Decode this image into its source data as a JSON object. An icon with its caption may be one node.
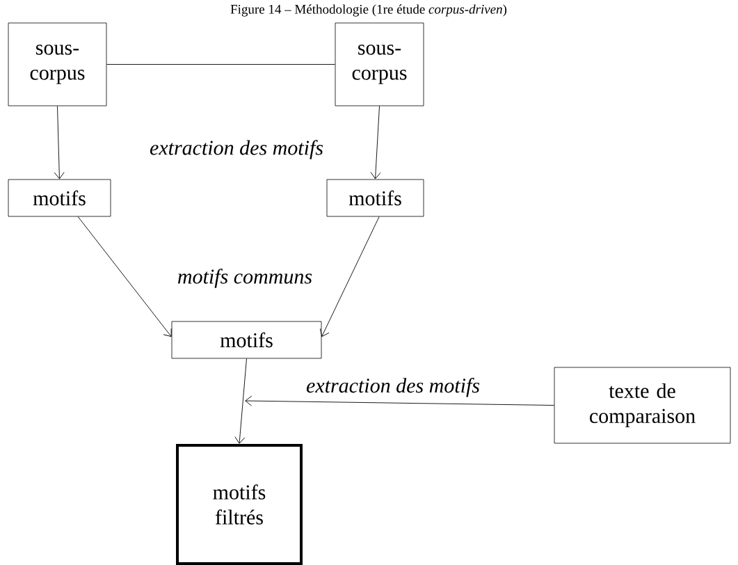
{
  "diagram": {
    "title": "Figure 14 – Méthodologie (1re étude *corpus-driven*)",
    "nodes": [
      {
        "text": [
          "sous-corpus"
        ]
      },
      {
        "text": [
          "sous-corpus"
        ]
      },
      {
        "text": [
          "motifs"
        ]
      },
      {
        "text": [
          "motifs"
        ]
      },
      {
        "text": [
          "motifs"
        ]
      },
      {
        "text": [
          "texte de comparaison"
        ]
      },
      {
        "text": [
          "motifs filtrés"
        ]
      }
    ],
    "edges": [
      {
        "from": 0,
        "to": 1,
        "arrow": "none"
      },
      {
        "from": 0,
        "to": 2,
        "arrow": "to"
      },
      {
        "from": 1,
        "to": 3,
        "arrow": "to"
      },
      {
        "from": 2,
        "to": 4,
        "arrow": "to"
      },
      {
        "from": 3,
        "to": 4,
        "arrow": "to"
      },
      {
        "from": 4,
        "to": 6,
        "arrow": "to"
      },
      {
        "from": 5,
        "to": null,
        "arrow": "to",
        "label": "extraction des motifs"
      }
    ],
    "labels": [
      "extraction des motifs",
      "motifs communs"
    ]
  }
}
